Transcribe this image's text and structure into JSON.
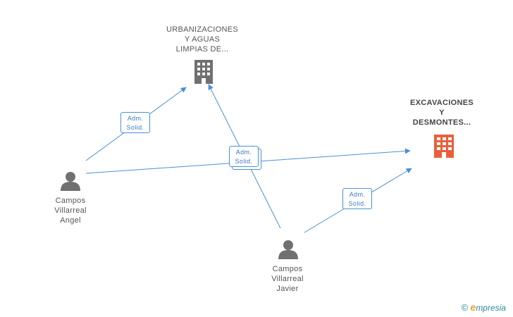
{
  "nodes": {
    "company1": {
      "lines": [
        "URBANIZACIONES",
        "Y AGUAS",
        "LIMPIAS DE..."
      ],
      "icon": "building-icon",
      "color": "#707070"
    },
    "company2": {
      "lines": [
        "EXCAVACIONES",
        "Y",
        "DESMONTES..."
      ],
      "icon": "building-icon",
      "color": "#e8603c"
    },
    "person1": {
      "lines": [
        "Campos",
        "Villarreal",
        "Angel"
      ],
      "icon": "person-icon",
      "color": "#707070"
    },
    "person2": {
      "lines": [
        "Campos",
        "Villarreal",
        "Javier"
      ],
      "icon": "person-icon",
      "color": "#707070"
    }
  },
  "edges": {
    "e1": {
      "line1": "Adm.",
      "line2": "Solid."
    },
    "e2": {
      "line1": "Adm.",
      "line2": "Solid."
    },
    "e3": {
      "line1": "Adm.",
      "line2": "Solid."
    }
  },
  "colors": {
    "edge": "#4a90d9"
  },
  "footer": {
    "copyright": "©",
    "brand_e": "e",
    "brand_rest": "mpresia"
  }
}
